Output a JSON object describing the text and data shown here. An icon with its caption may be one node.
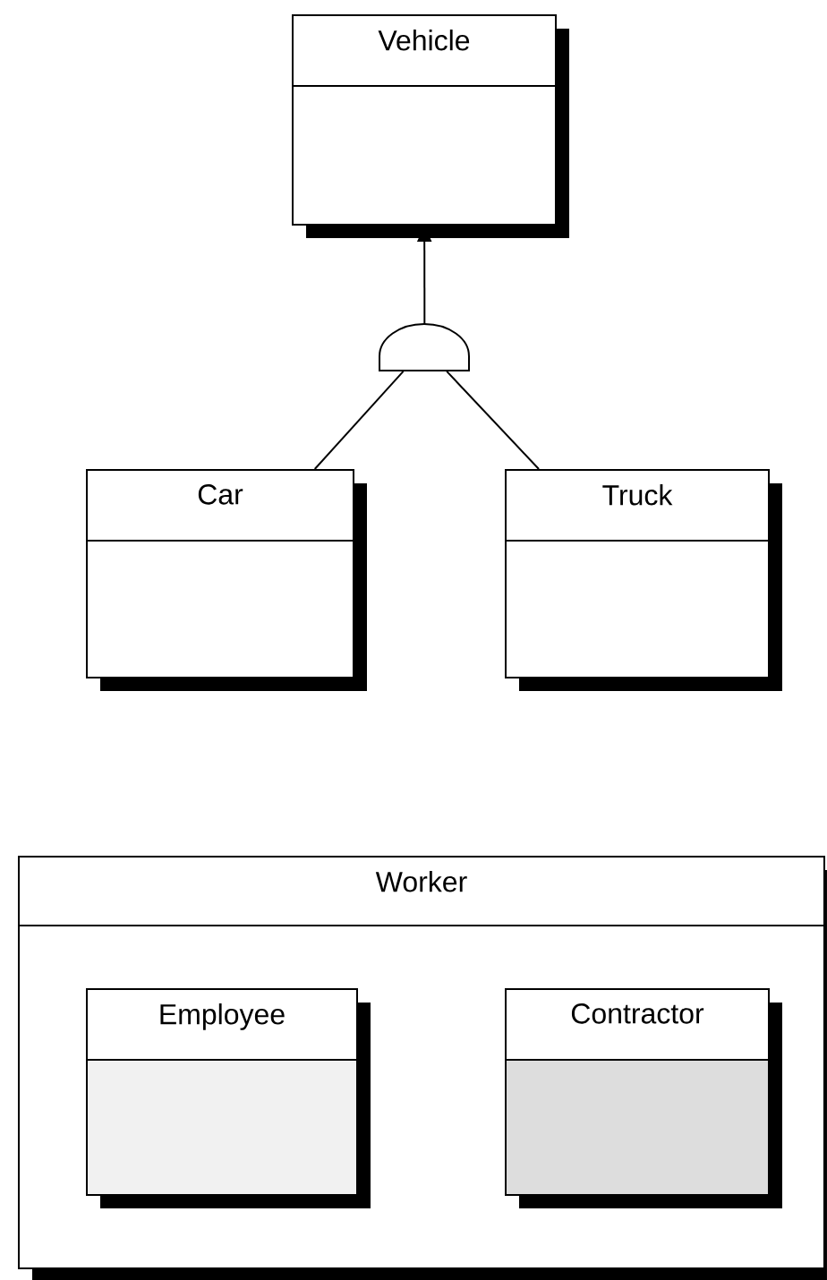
{
  "diagram": {
    "nodes": [
      {
        "text": [
          "Vehicle"
        ]
      },
      {
        "text": [],
        "shape": "semicircle"
      },
      {
        "text": [
          "Car"
        ]
      },
      {
        "text": [
          "Truck"
        ]
      },
      {
        "text": [
          "Worker"
        ]
      },
      {
        "text": [
          "Employee"
        ],
        "in": 4
      },
      {
        "text": [
          "Contractor"
        ],
        "in": 4
      }
    ],
    "edges": [
      {
        "from": 1,
        "to": 0,
        "arrow": "to"
      },
      {
        "from": 2,
        "to": 1,
        "arrow": "none"
      },
      {
        "from": 3,
        "to": 1,
        "arrow": "none"
      }
    ]
  }
}
